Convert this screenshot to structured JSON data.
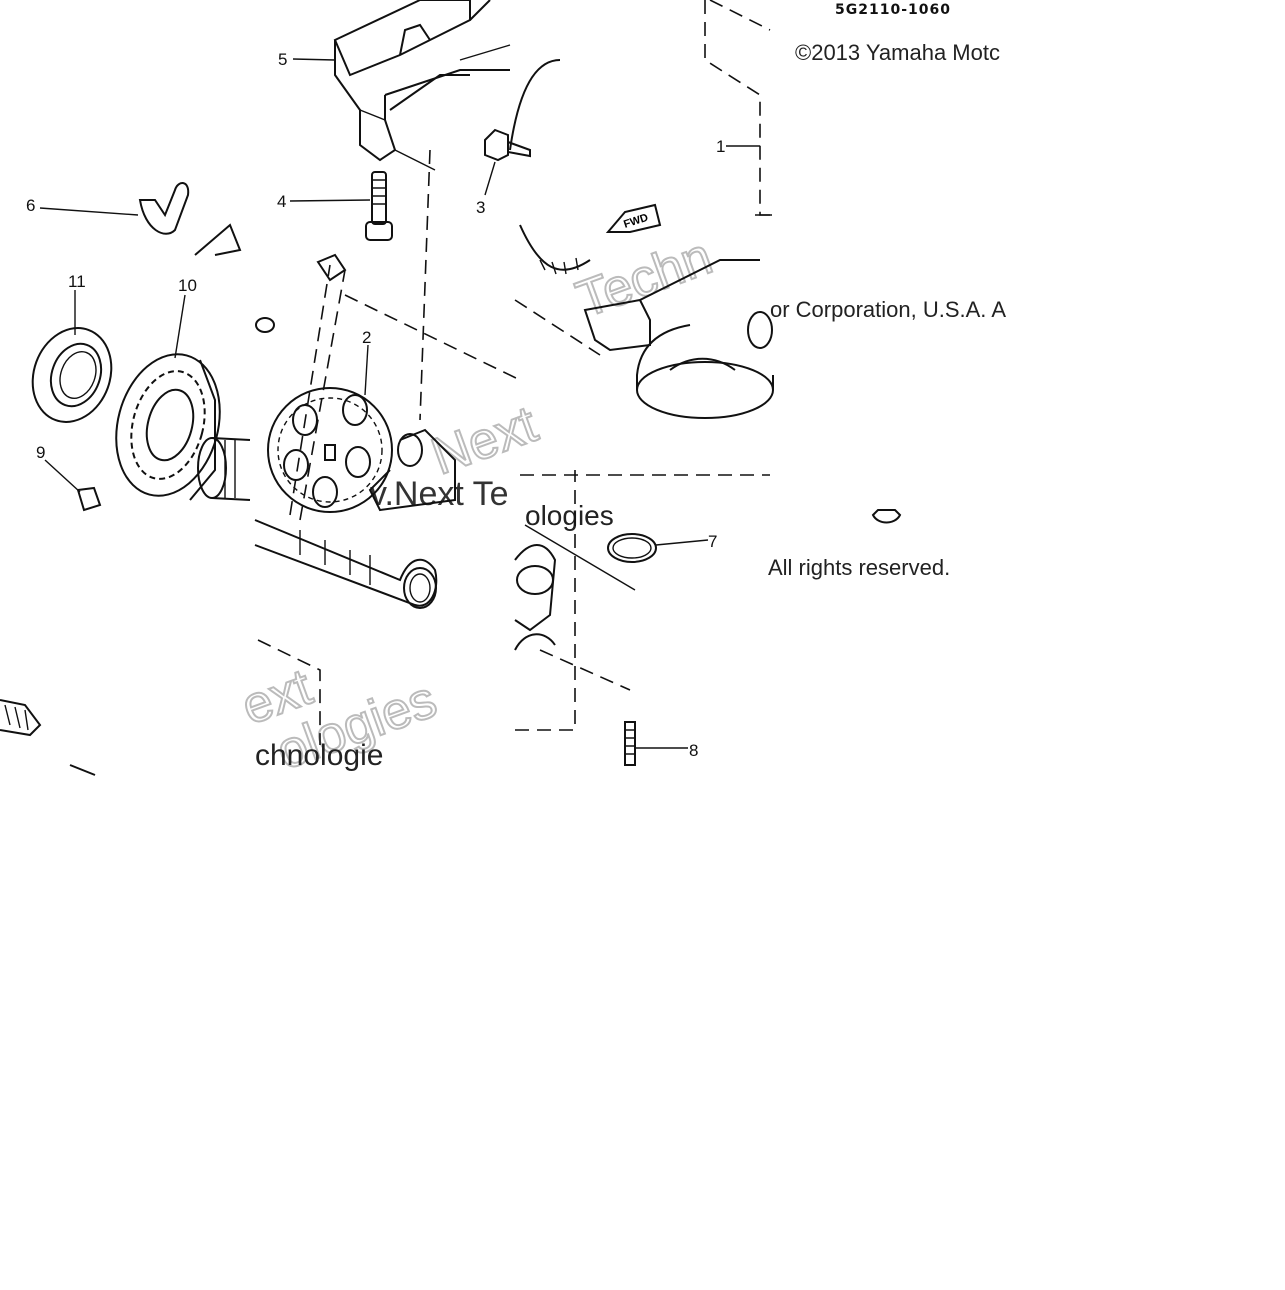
{
  "diagram": {
    "part_code": "5G2110-1060",
    "copyright_fragments": [
      "©2013 Yamaha Motc",
      "or Corporation, U.S.A. A",
      "All rights reserved."
    ],
    "watermark_fragments": [
      "Techn",
      "v.Next Te",
      "ext",
      "ologies",
      "chnologie",
      "Next",
      "ologies"
    ],
    "fwd_tag": "FWD",
    "callouts": [
      "1",
      "2",
      "3",
      "4",
      "5",
      "6",
      "7",
      "8",
      "9",
      "10",
      "11"
    ]
  }
}
